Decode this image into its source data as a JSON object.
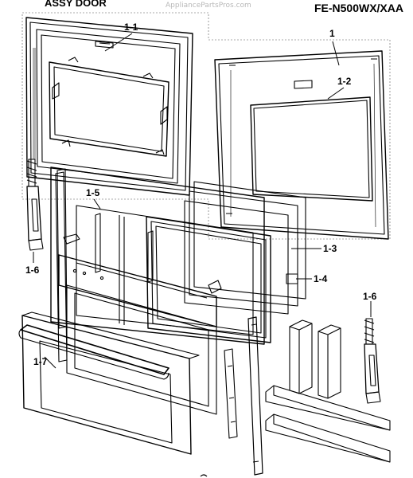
{
  "header": {
    "title_left": "ASSY DOOR",
    "title_right": "FE-N500WX/XAA",
    "watermark": "AppliancePartsPros.com"
  },
  "callouts": {
    "c1": "1",
    "c1_1": "1-1",
    "c1_2": "1-2",
    "c1_3": "1-3",
    "c1_4": "1-4",
    "c1_5": "1-5",
    "c1_6_left": "1-6",
    "c1_6_right": "1-6",
    "c1_7": "1-7"
  }
}
